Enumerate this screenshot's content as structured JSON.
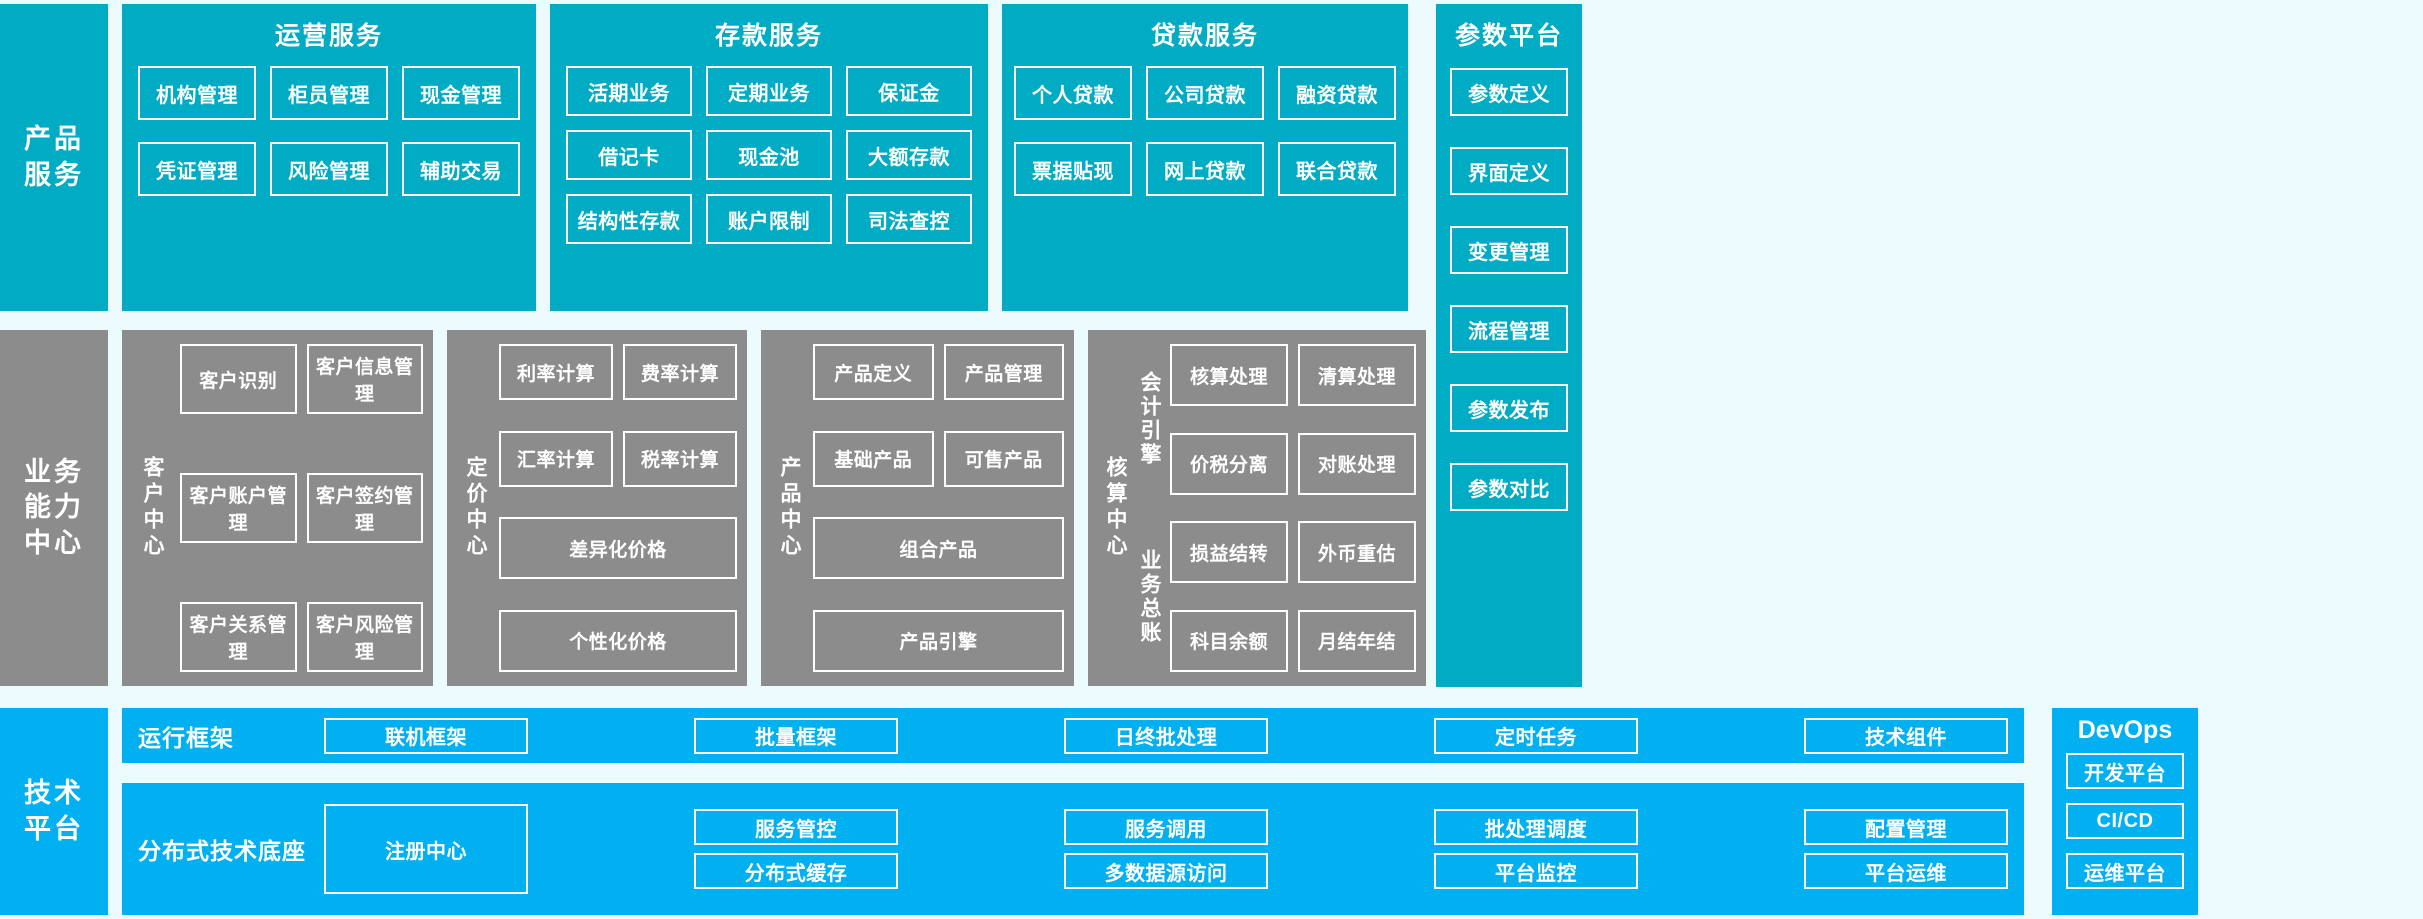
{
  "colors": {
    "background": "#ecfbfe",
    "service_teal": "#00abc4",
    "capability_gray": "#8c8c8c",
    "technology_blue": "#00b0f0",
    "border_white": "#ffffff"
  },
  "layers": {
    "product_services": {
      "rail_label": "产品\n服务",
      "rail_line1": "产品",
      "rail_line2": "服务",
      "panels": [
        {
          "title": "运营服务",
          "cells": [
            "机构管理",
            "柜员管理",
            "现金管理",
            "凭证管理",
            "风险管理",
            "辅助交易"
          ]
        },
        {
          "title": "存款服务",
          "cells": [
            "活期业务",
            "定期业务",
            "保证金",
            "借记卡",
            "现金池",
            "大额存款",
            "结构性存款",
            "账户限制",
            "司法查控"
          ]
        },
        {
          "title": "贷款服务",
          "cells": [
            "个人贷款",
            "公司贷款",
            "融资贷款",
            "票据贴现",
            "网上贷款",
            "联合贷款"
          ]
        }
      ],
      "parameter_platform": {
        "title": "参数平台",
        "cells": [
          "参数定义",
          "界面定义",
          "变更管理",
          "流程管理",
          "参数发布",
          "参数对比"
        ]
      }
    },
    "business_capability": {
      "rail_line1": "业务",
      "rail_line2": "能力",
      "rail_line3": "中心",
      "centers": [
        {
          "name": "客户中心",
          "rows": [
            [
              "客户识别",
              "客户信息管理"
            ],
            [
              "客户账户管理",
              "客户签约管理"
            ],
            [
              "客户关系管理",
              "客户风险管理"
            ]
          ]
        },
        {
          "name": "定价中心",
          "rows": [
            [
              "利率计算",
              "费率计算"
            ],
            [
              "汇率计算",
              "税率计算"
            ],
            [
              "差异化价格"
            ],
            [
              "个性化价格"
            ]
          ]
        },
        {
          "name": "产品中心",
          "rows": [
            [
              "产品定义",
              "产品管理"
            ],
            [
              "基础产品",
              "可售产品"
            ],
            [
              "组合产品"
            ],
            [
              "产品引擎"
            ]
          ]
        },
        {
          "name": "核算中心",
          "subgroups": [
            {
              "name": "会计引擎",
              "rows": [
                [
                  "核算处理",
                  "清算处理"
                ],
                [
                  "价税分离",
                  "对账处理"
                ]
              ]
            },
            {
              "name": "业务总账",
              "rows": [
                [
                  "损益结转",
                  "外币重估"
                ],
                [
                  "科目余额",
                  "月结年结"
                ]
              ]
            }
          ]
        }
      ]
    },
    "technology_platform": {
      "rail_line1": "技术",
      "rail_line2": "平台",
      "rows": [
        {
          "label": "运行框架",
          "cells": [
            "联机框架",
            "批量框架",
            "日终批处理",
            "定时任务",
            "技术组件"
          ]
        },
        {
          "label": "分布式技术底座",
          "registry": "注册中心",
          "columns": [
            [
              "服务管控",
              "分布式缓存"
            ],
            [
              "服务调用",
              "多数据源访问"
            ],
            [
              "批处理调度",
              "平台监控"
            ],
            [
              "配置管理",
              "平台运维"
            ]
          ]
        }
      ],
      "devops": {
        "title": "DevOps",
        "cells": [
          "开发平台",
          "CI/CD",
          "运维平台"
        ]
      }
    }
  }
}
